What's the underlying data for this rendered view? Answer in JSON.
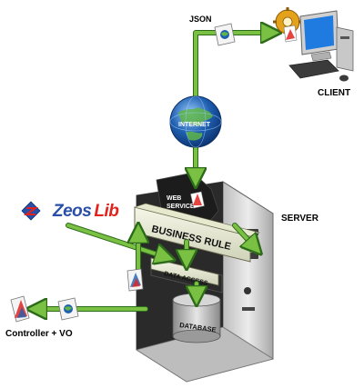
{
  "labels": {
    "json": "JSON",
    "client": "CLIENT",
    "internet": "INTERNET",
    "web_services_line1": "WEB",
    "web_services_line2": "SERVICE",
    "server": "SERVER",
    "business_rule": "BUSINESS RULE",
    "data_access": "DATA ACCESS",
    "database": "DATABASE",
    "controller": "Controller + VO"
  },
  "logo": {
    "part1": "Zeos",
    "part2": "Lib"
  },
  "colors": {
    "arrow_green": "#7ac143",
    "arrow_outline": "#2d6b1a",
    "server_body": "#d4d4d4",
    "server_dark": "#2a2a2a",
    "globe_blue": "#1f5fb0",
    "logo_blue": "#2a4fa8",
    "logo_red": "#e0231e"
  },
  "icons": [
    "document-globe-icon",
    "computer-icon",
    "gear-icon",
    "globe-icon",
    "server-tower-icon",
    "database-cylinder-icon",
    "zeos-logo-icon",
    "flex-document-icon"
  ]
}
